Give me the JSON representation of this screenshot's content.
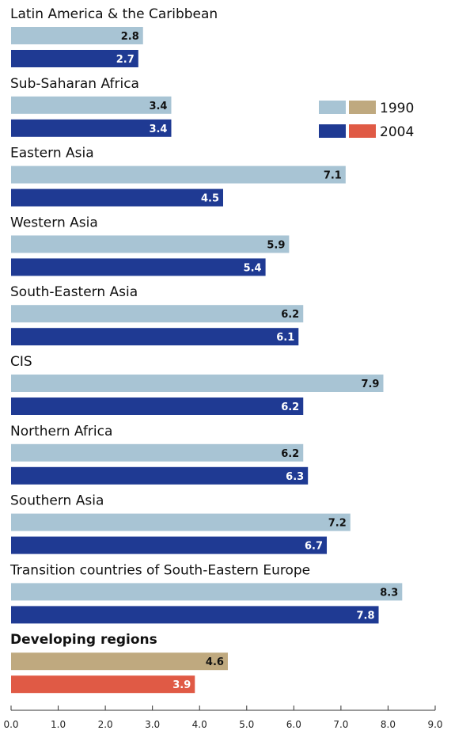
{
  "chart_data": {
    "type": "bar",
    "orientation": "horizontal",
    "title": "",
    "xlabel": "",
    "ylabel": "",
    "xlim": [
      0,
      9
    ],
    "x_ticks": [
      "0.0",
      "1.0",
      "2.0",
      "3.0",
      "4.0",
      "5.0",
      "6.0",
      "7.0",
      "8.0",
      "9.0"
    ],
    "grid": false,
    "legend": {
      "placement": "top-right",
      "labels": [
        "1990",
        "2004"
      ]
    },
    "colors": {
      "region_1990": "#a8c4d4",
      "region_2004": "#1f3a93",
      "developing_1990": "#bfa97f",
      "developing_2004": "#e05a45"
    },
    "categories": [
      {
        "label": "Latin America & the Caribbean",
        "bold": false,
        "v1990": 2.8,
        "v2004": 2.7,
        "l1990": "2.8",
        "l2004": "2.7"
      },
      {
        "label": "Sub-Saharan Africa",
        "bold": false,
        "v1990": 3.4,
        "v2004": 3.4,
        "l1990": "3.4",
        "l2004": "3.4"
      },
      {
        "label": "Eastern Asia",
        "bold": false,
        "v1990": 7.1,
        "v2004": 4.5,
        "l1990": "7.1",
        "l2004": "4.5"
      },
      {
        "label": "Western Asia",
        "bold": false,
        "v1990": 5.9,
        "v2004": 5.4,
        "l1990": "5.9",
        "l2004": "5.4"
      },
      {
        "label": "South-Eastern Asia",
        "bold": false,
        "v1990": 6.2,
        "v2004": 6.1,
        "l1990": "6.2",
        "l2004": "6.1"
      },
      {
        "label": "CIS",
        "bold": false,
        "v1990": 7.9,
        "v2004": 6.2,
        "l1990": "7.9",
        "l2004": "6.2"
      },
      {
        "label": "Northern Africa",
        "bold": false,
        "v1990": 6.2,
        "v2004": 6.3,
        "l1990": "6.2",
        "l2004": "6.3"
      },
      {
        "label": "Southern Asia",
        "bold": false,
        "v1990": 7.2,
        "v2004": 6.7,
        "l1990": "7.2",
        "l2004": "6.7"
      },
      {
        "label": "Transition countries of South-Eastern Europe",
        "bold": false,
        "v1990": 8.3,
        "v2004": 7.8,
        "l1990": "8.3",
        "l2004": "7.8"
      },
      {
        "label": "Developing regions",
        "bold": true,
        "v1990": 4.6,
        "v2004": 3.9,
        "l1990": "4.6",
        "l2004": "3.9"
      }
    ]
  }
}
